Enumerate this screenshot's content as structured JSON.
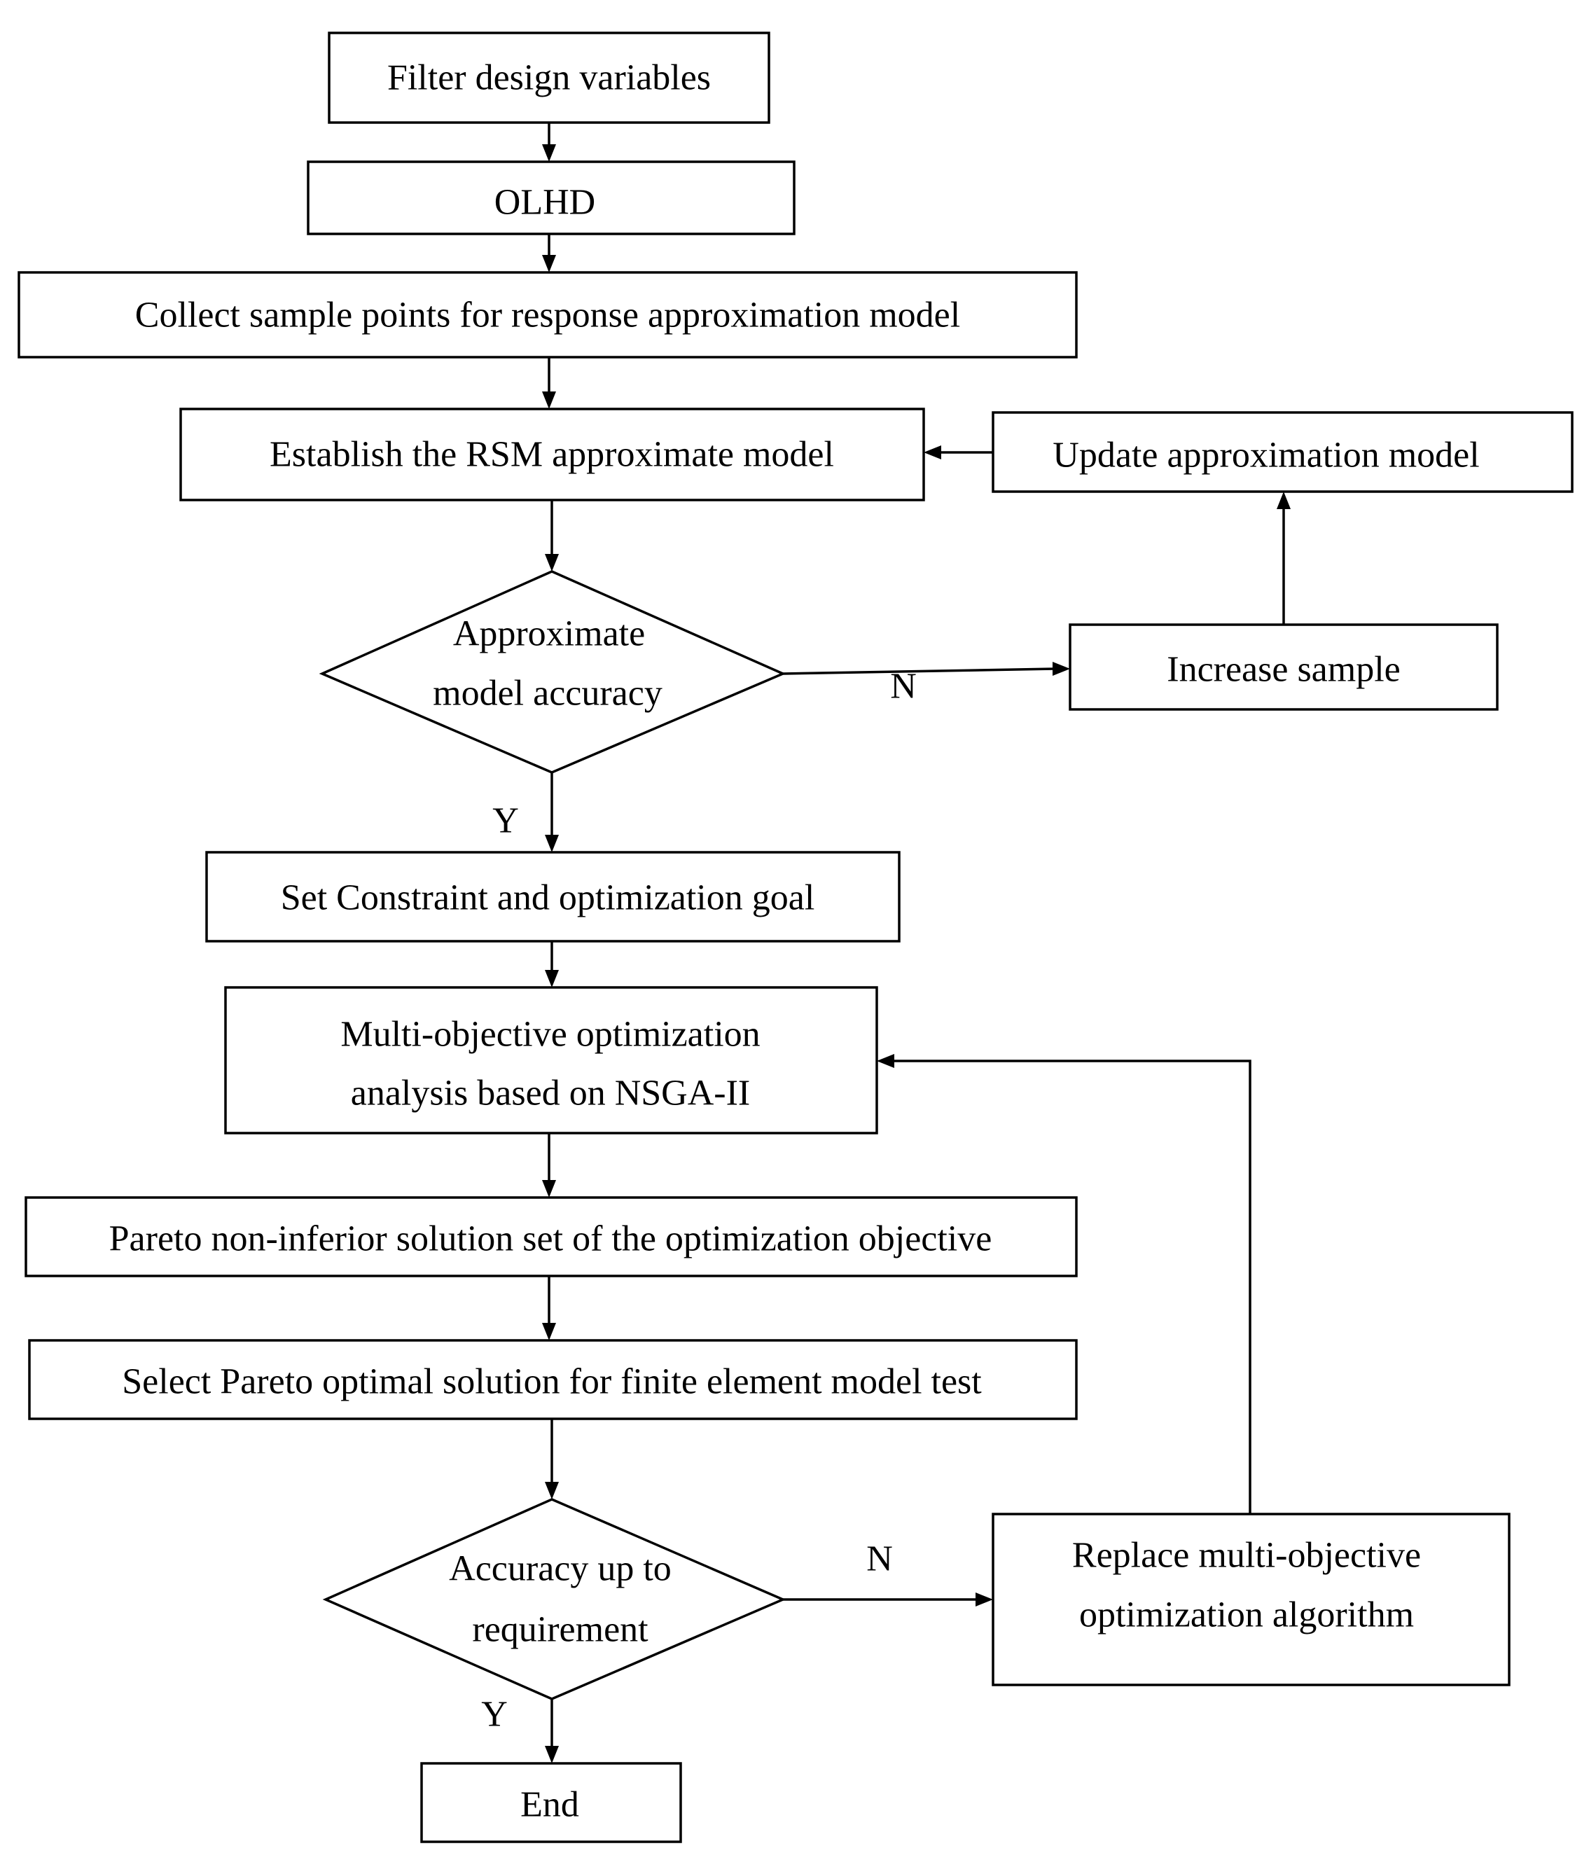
{
  "nodes": {
    "filter": "Filter design variables",
    "olhd": "OLHD",
    "collect": "Collect sample points for response approximation model",
    "establish": "Establish the RSM approximate model",
    "update": "Update approximation model",
    "decision1_line1": "Approximate",
    "decision1_line2": "model accuracy",
    "increase": "Increase sample",
    "constraint": "Set Constraint and optimization goal",
    "nsga_line1": "Multi-objective optimization",
    "nsga_line2": "analysis based on NSGA-II",
    "pareto_set": "Pareto non-inferior solution set of the optimization objective",
    "select": "Select Pareto optimal solution for finite element model test",
    "decision2_line1": "Accuracy up to",
    "decision2_line2": "requirement",
    "replace_line1": "Replace multi-objective",
    "replace_line2": "optimization algorithm",
    "end": "End"
  },
  "edge_labels": {
    "decision1_no": "N",
    "decision1_yes": "Y",
    "decision2_no": "N",
    "decision2_yes": "Y"
  }
}
